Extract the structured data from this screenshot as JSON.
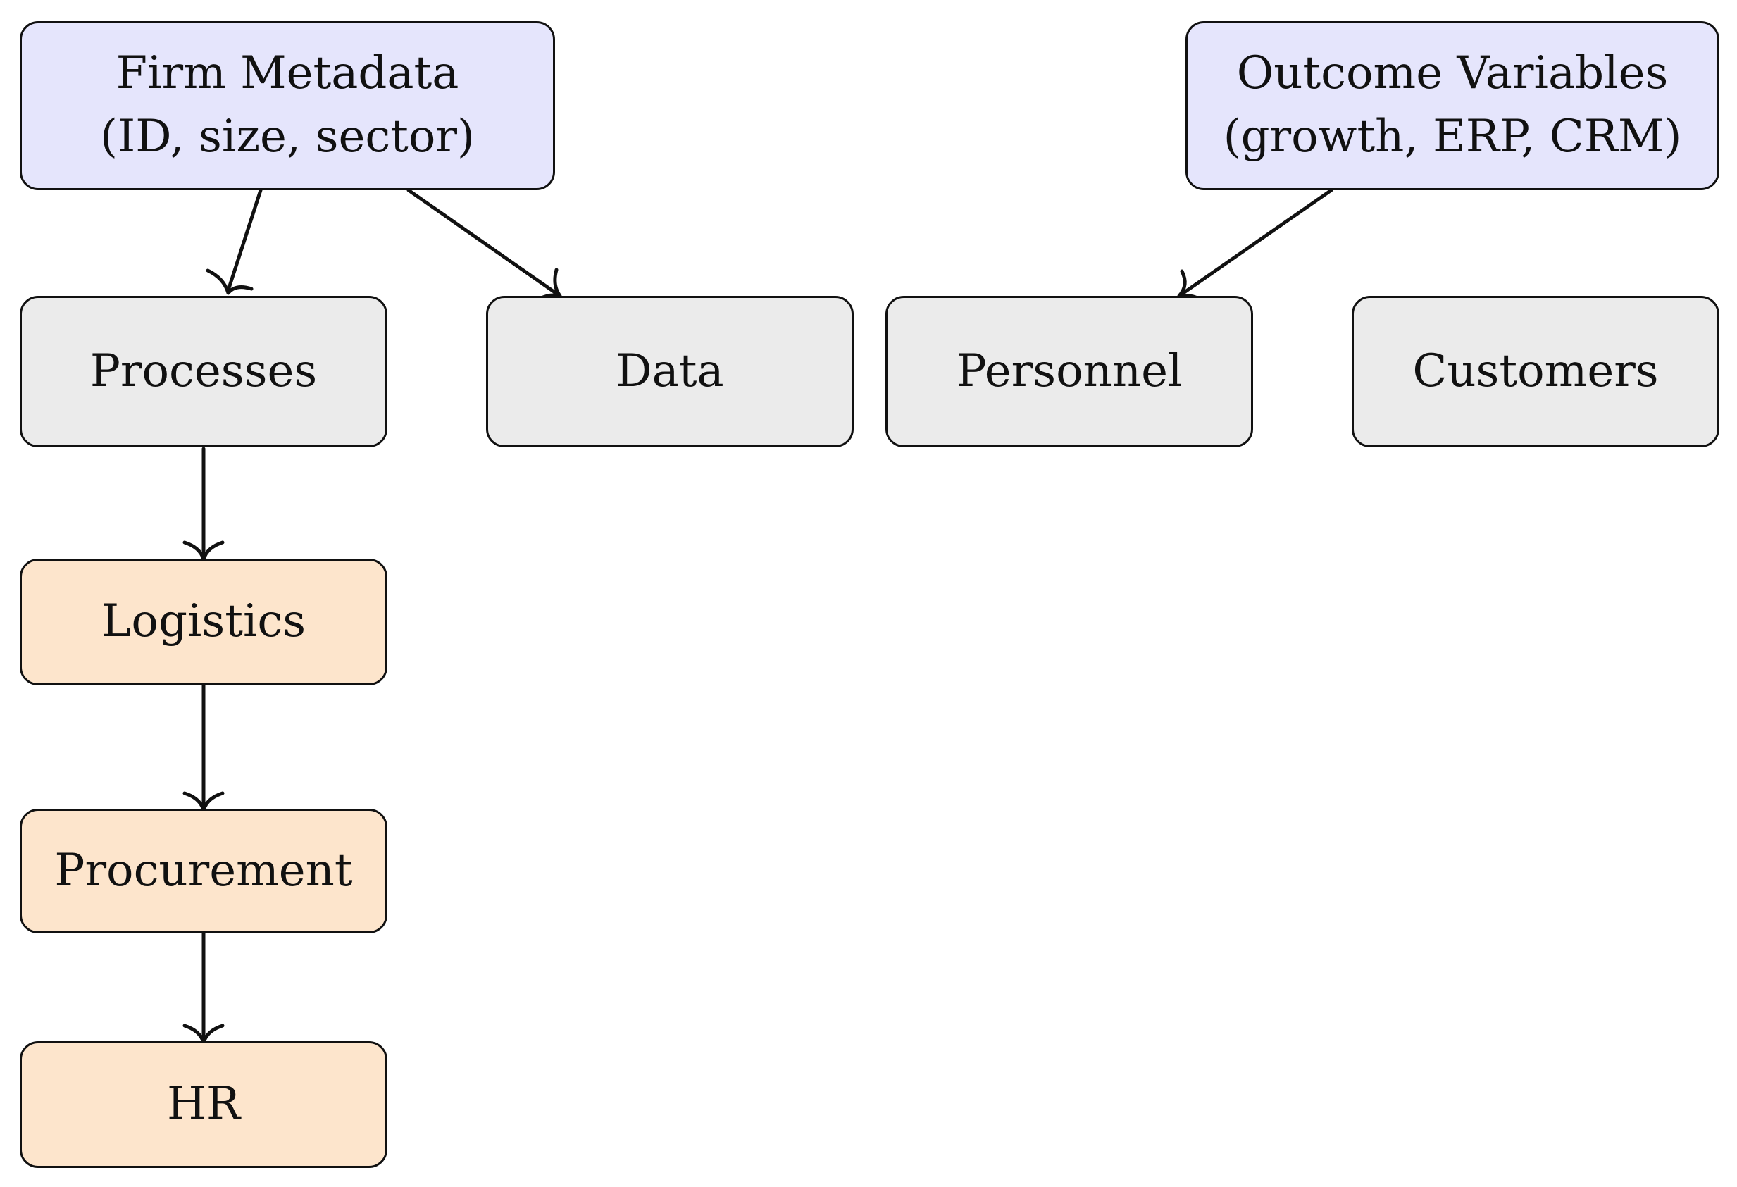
{
  "nodes": {
    "firm_metadata": {
      "line1": "Firm Metadata",
      "line2": "(ID, size, sector)"
    },
    "outcome_variables": {
      "line1": "Outcome Variables",
      "line2": "(growth, ERP, CRM)"
    },
    "processes": {
      "label": "Processes"
    },
    "data": {
      "label": "Data"
    },
    "personnel": {
      "label": "Personnel"
    },
    "customers": {
      "label": "Customers"
    },
    "logistics": {
      "label": "Logistics"
    },
    "procurement": {
      "label": "Procurement"
    },
    "hr": {
      "label": "HR"
    }
  },
  "edges": [
    {
      "from": "firm_metadata",
      "to": "processes"
    },
    {
      "from": "firm_metadata",
      "to": "data"
    },
    {
      "from": "outcome_variables",
      "to": "personnel"
    },
    {
      "from": "processes",
      "to": "logistics"
    },
    {
      "from": "logistics",
      "to": "procurement"
    },
    {
      "from": "procurement",
      "to": "hr"
    }
  ],
  "colors": {
    "metadata_fill": "#e5e5fc",
    "category_fill": "#ebebeb",
    "subprocess_fill": "#fde5cc",
    "stroke": "#111111"
  }
}
